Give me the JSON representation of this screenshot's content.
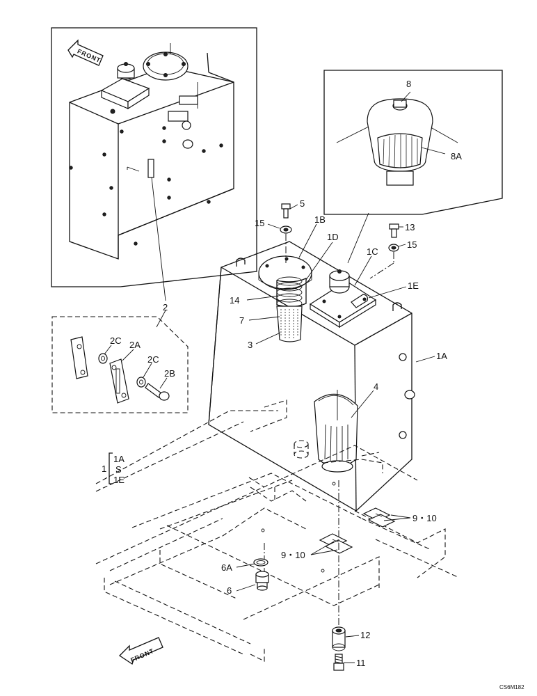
{
  "labels": {
    "p8": "8",
    "p8a": "8A",
    "p5": "5",
    "p15a": "15",
    "p1b": "1B",
    "p1d": "1D",
    "p13": "13",
    "p15b": "15",
    "p1c": "1C",
    "p1e": "1E",
    "p14": "14",
    "p7": "7",
    "p3": "3",
    "p2": "2",
    "p2c1": "2C",
    "p2a": "2A",
    "p2c2": "2C",
    "p2b": "2B",
    "p1a": "1A",
    "p4": "4",
    "p910a": "9・10",
    "p910b": "9・10",
    "p6a": "6A",
    "p6": "6",
    "p12": "12",
    "p11": "11"
  },
  "legend": {
    "prefix": "1",
    "from": "1A",
    "sym": "S",
    "to": "1E"
  },
  "front_arrows": {
    "top": "FRONT",
    "bottom": "FRONT"
  },
  "code": "CS6M182"
}
